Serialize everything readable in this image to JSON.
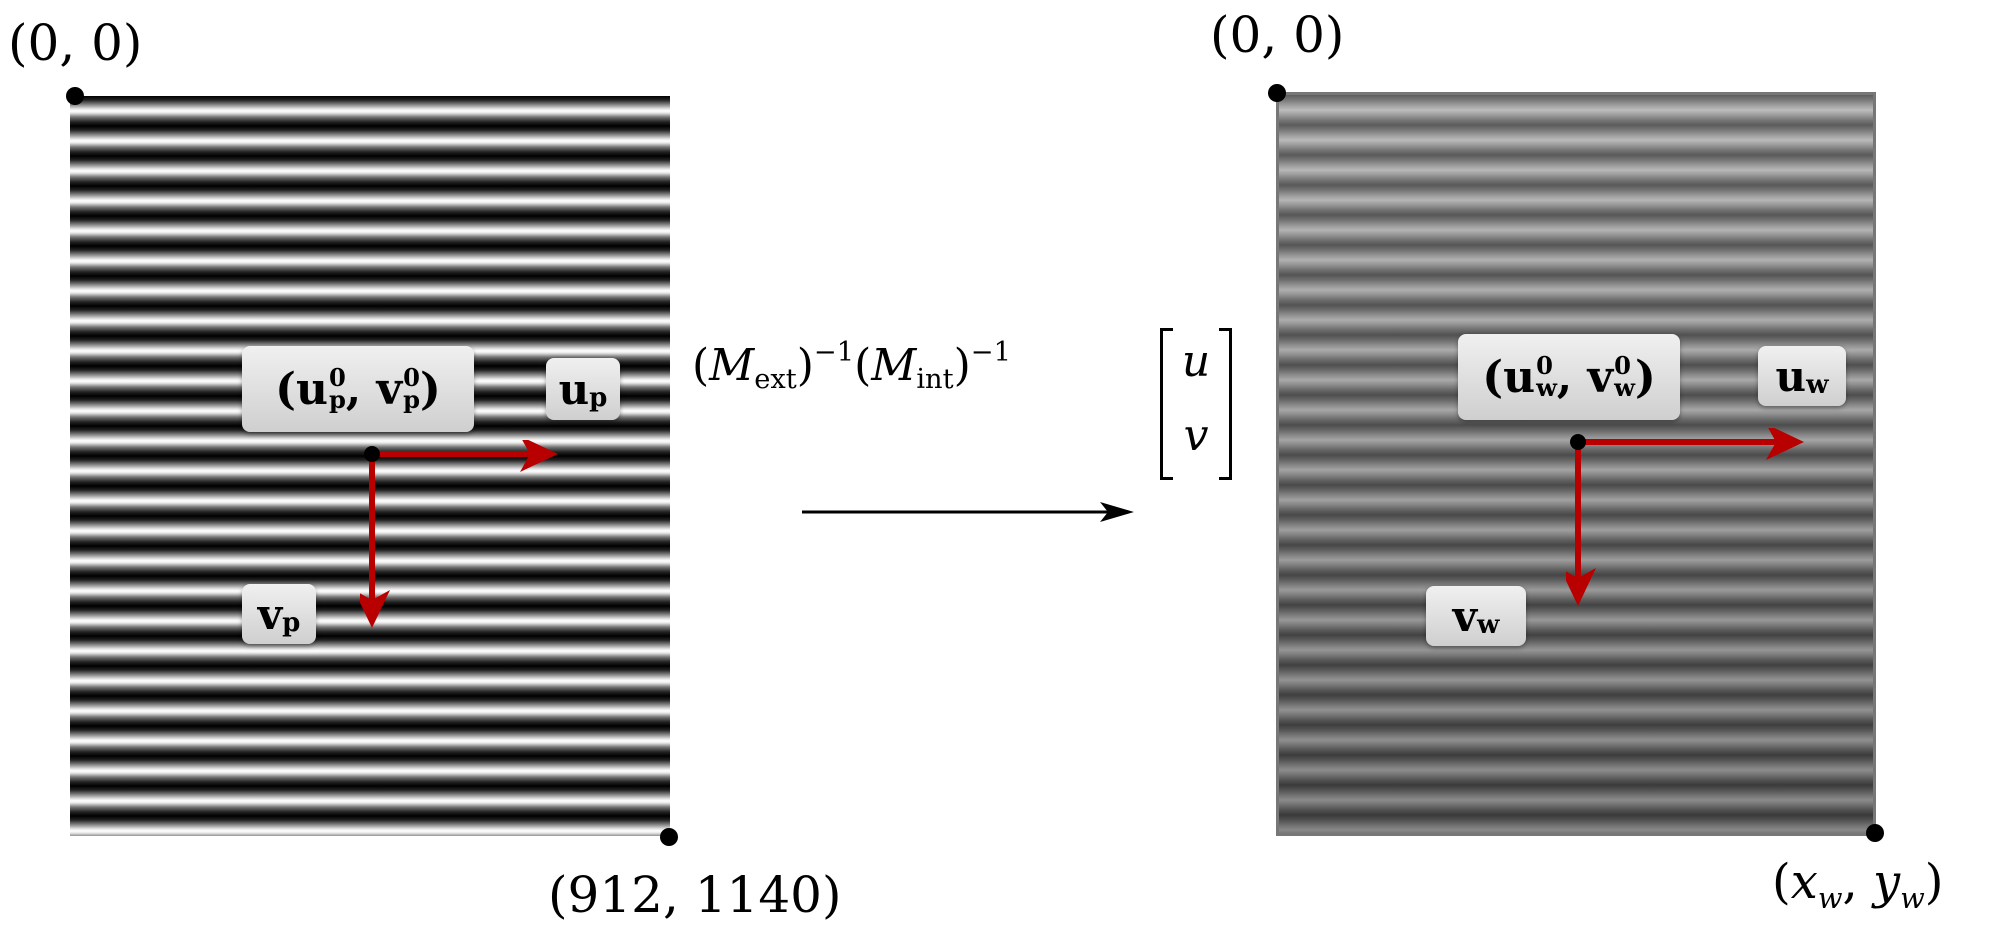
{
  "left_panel": {
    "origin_label": "(0, 0)",
    "end_label": "(912, 1140)",
    "origin_tag": {
      "u": "u",
      "u_sub": "p",
      "u_sup": "0",
      "v": "v",
      "v_sub": "p",
      "v_sup": "0"
    },
    "u_axis_tag": {
      "text": "u",
      "sub": "p"
    },
    "v_axis_tag": {
      "text": "v",
      "sub": "p"
    }
  },
  "right_panel": {
    "origin_label": "(0, 0)",
    "end_label": {
      "x": "x",
      "x_sub": "w",
      "y": "y",
      "y_sub": "w"
    },
    "origin_tag": {
      "u": "u",
      "u_sub": "w",
      "u_sup": "0",
      "v": "v",
      "v_sub": "w",
      "v_sup": "0"
    },
    "u_axis_tag": {
      "text": "u",
      "sub": "w"
    },
    "v_axis_tag": {
      "text": "v",
      "sub": "w"
    }
  },
  "transform": {
    "m1": "M",
    "m1_sub": "ext",
    "exp1": "−1",
    "m2": "M",
    "m2_sub": "int",
    "exp2": "−1",
    "vec_top": "u",
    "vec_bottom": "v"
  },
  "colors": {
    "axis_arrow": "#b80000",
    "transform_arrow": "#000000"
  }
}
